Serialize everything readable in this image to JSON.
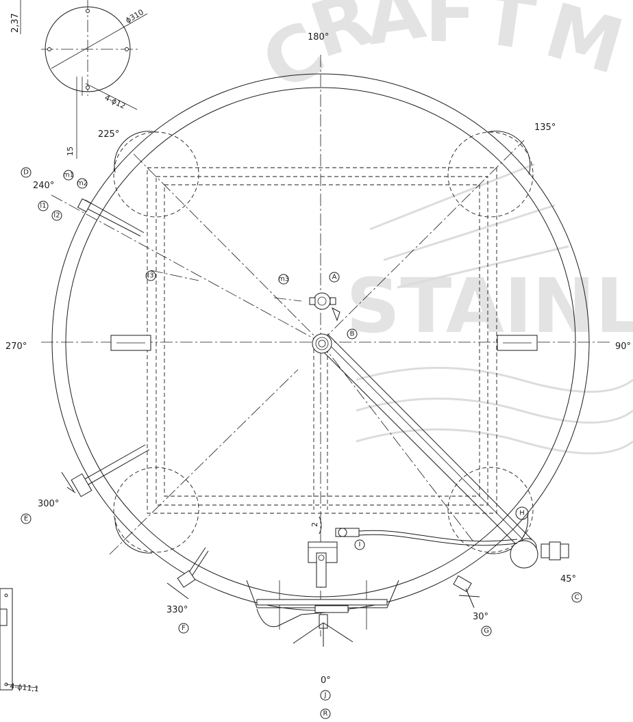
{
  "watermark": {
    "letters_arc": [
      "C",
      "R",
      "A",
      "F",
      "T",
      "M"
    ],
    "word": "STAINL"
  },
  "dimensions": {
    "flange_diameter": "ϕ310",
    "flange_holes": "4-ϕ12",
    "flange_offset": "15",
    "top_left_value": "2,37",
    "bottom_left_holes": "4-ϕ11,1"
  },
  "angles": {
    "a0": "0°",
    "a30": "30°",
    "a45": "45°",
    "a90": "90°",
    "a135": "135°",
    "a180": "180°",
    "a225": "225°",
    "a240": "240°",
    "a270": "270°",
    "a300": "300°",
    "a330": "330°"
  },
  "markers": {
    "A": "A",
    "B": "B",
    "C": "C",
    "D": "D",
    "E": "E",
    "F": "F",
    "G": "G",
    "H": "H",
    "I": "I",
    "J": "J",
    "R": "R",
    "l1": "l1",
    "l2": "l2",
    "l3": "l3",
    "m1": "m1",
    "m2": "m2",
    "m3": "m3"
  },
  "pipe_label": "2"
}
